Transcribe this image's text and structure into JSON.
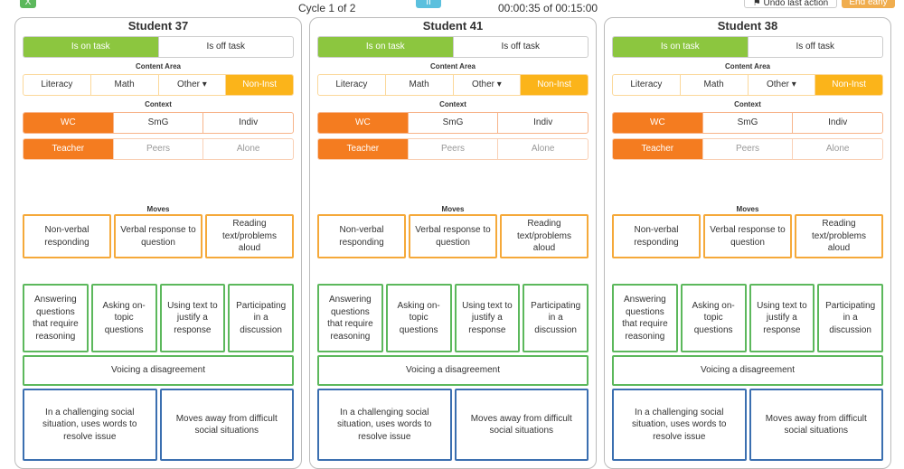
{
  "topbar": {
    "cycle": "Cycle 1 of 2",
    "timer": "00:00:35 of 00:15:00",
    "undo_label": "Undo last action",
    "end_label": "End early",
    "pause_label": "II",
    "close_label": "X"
  },
  "colors": {
    "on_task": "#8cc63f",
    "content_selected": "#fbb41a",
    "context_selected": "#f47c20",
    "moves_orange": "#f5a93a",
    "moves_green": "#5cb85c",
    "moves_blue": "#3b6fb0"
  },
  "labels": {
    "content_area": "Content Area",
    "context": "Context",
    "moves": "Moves"
  },
  "task_options": [
    "Is on task",
    "Is off task"
  ],
  "content_options": [
    "Literacy",
    "Math",
    "Other ▾",
    "Non-Inst"
  ],
  "context_options": [
    "WC",
    "SmG",
    "Indiv"
  ],
  "with_options": [
    "Teacher",
    "Peers",
    "Alone"
  ],
  "moves": {
    "orange": [
      "Non-verbal responding",
      "Verbal response to question",
      "Reading text/problems aloud"
    ],
    "green": [
      "Answering questions that require reasoning",
      "Asking on-topic questions",
      "Using text to justify a response",
      "Participating in a discussion"
    ],
    "green_wide": [
      "Voicing a disagreement"
    ],
    "blue": [
      "In a challenging social situation, uses words to resolve issue",
      "Moves away from difficult social situations"
    ]
  },
  "students": [
    {
      "name": "Student 37",
      "task": "Is on task",
      "content": "Non-Inst",
      "context": "WC",
      "with": "Teacher"
    },
    {
      "name": "Student 41",
      "task": "Is on task",
      "content": "Non-Inst",
      "context": "WC",
      "with": "Teacher"
    },
    {
      "name": "Student 38",
      "task": "Is on task",
      "content": "Non-Inst",
      "context": "WC",
      "with": "Teacher"
    }
  ]
}
